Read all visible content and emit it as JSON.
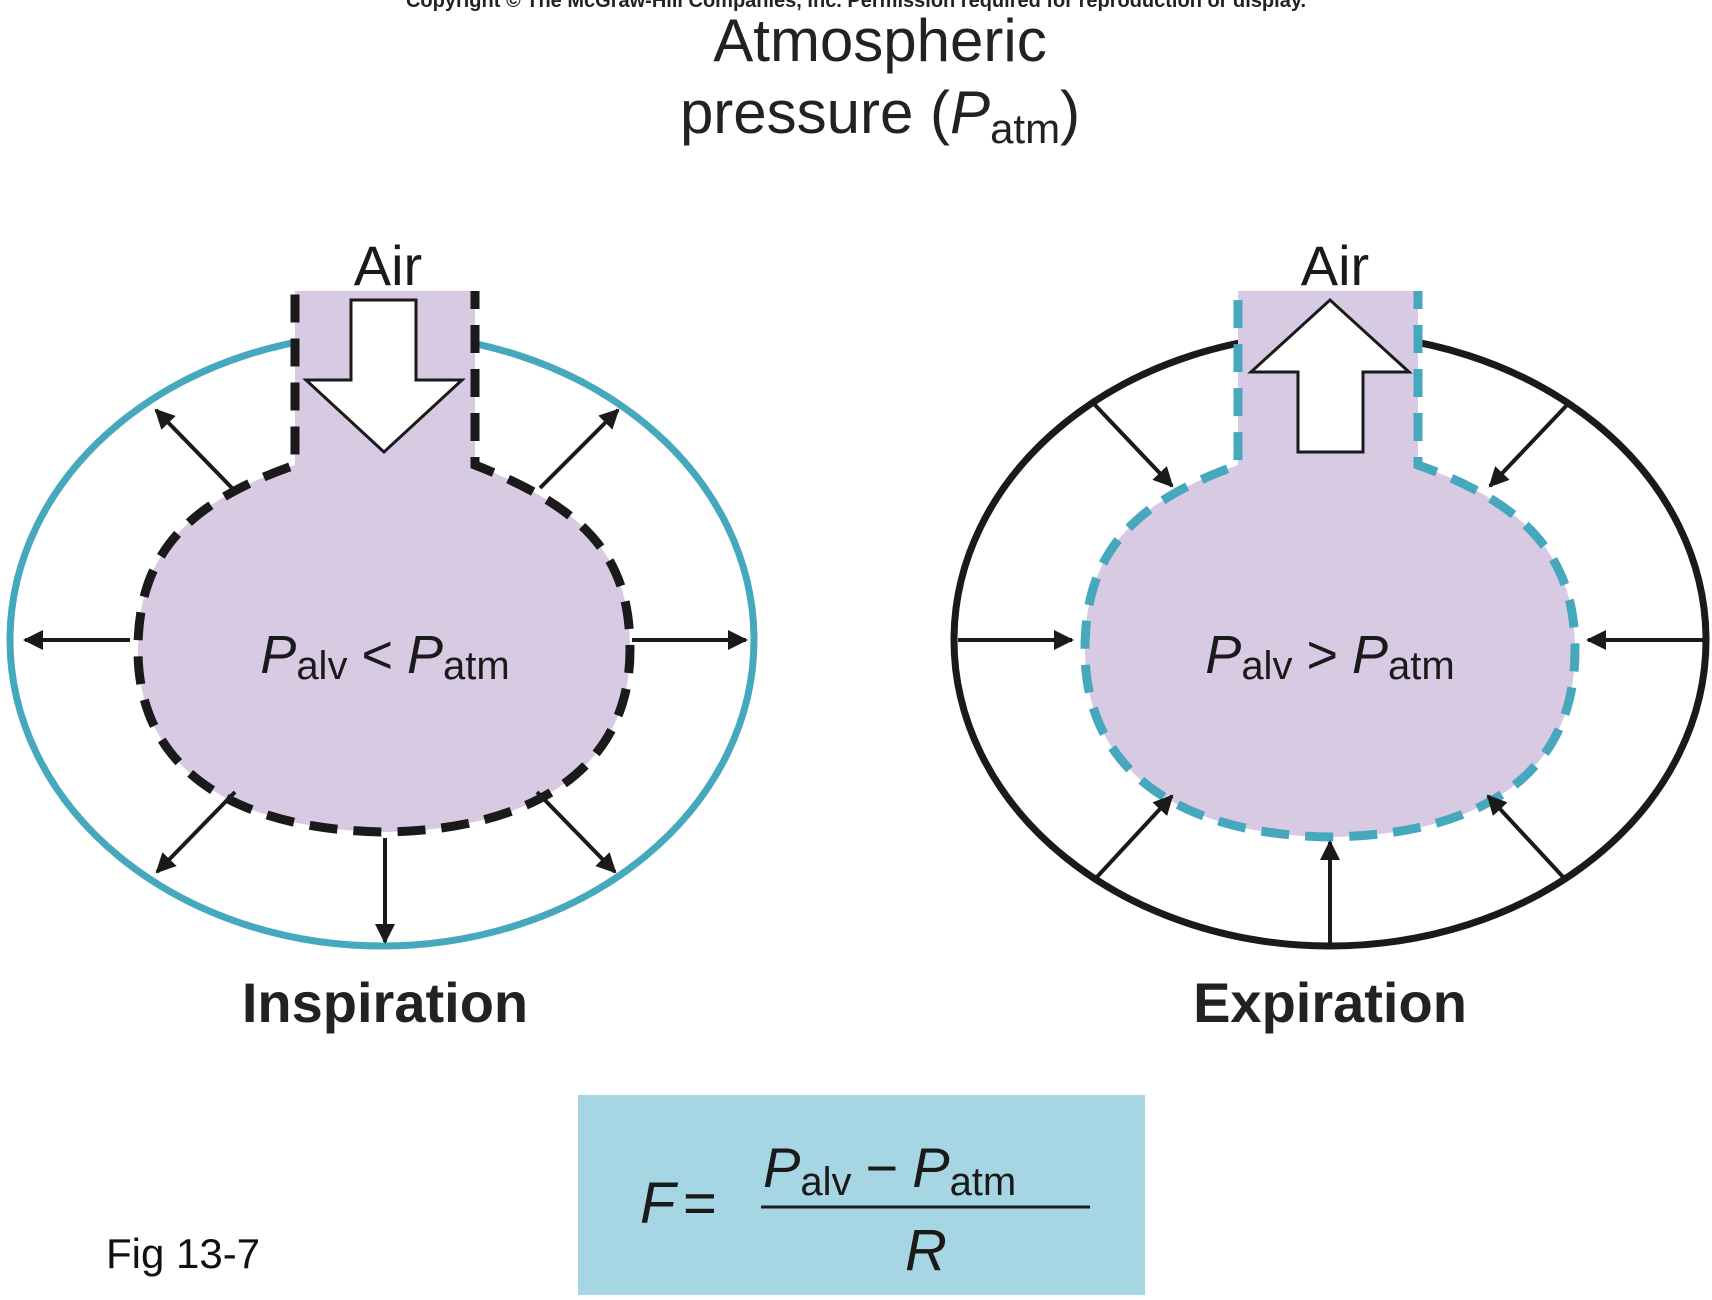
{
  "copyright": "Copyright © The McGraw-Hill Companies, Inc. Permission required for reproduction or display.",
  "top_label": {
    "line1": "Atmospheric",
    "line2_prefix": "pressure (",
    "symbol": "P",
    "subscript": "atm",
    "line2_suffix": ")"
  },
  "panels": {
    "inspiration": {
      "air_label": "Air",
      "relation_left_symbol": "P",
      "relation_left_sub": "alv",
      "operator": "<",
      "relation_right_symbol": "P",
      "relation_right_sub": "atm",
      "caption": "Inspiration"
    },
    "expiration": {
      "air_label": "Air",
      "relation_left_symbol": "P",
      "relation_left_sub": "alv",
      "operator": ">",
      "relation_right_symbol": "P",
      "relation_right_sub": "atm",
      "caption": "Expiration"
    }
  },
  "formula": {
    "lhs": "F",
    "equals": "=",
    "num_left_symbol": "P",
    "num_left_sub": "alv",
    "minus": "−",
    "num_right_symbol": "P",
    "num_right_sub": "atm",
    "denominator": "R"
  },
  "figure_label": "Fig 13-7",
  "colors": {
    "alveolar_fill": "#d8cae3",
    "teal": "#46a8bd",
    "dark": "#1a1a1a",
    "formula_box": "#a6d6e3"
  }
}
